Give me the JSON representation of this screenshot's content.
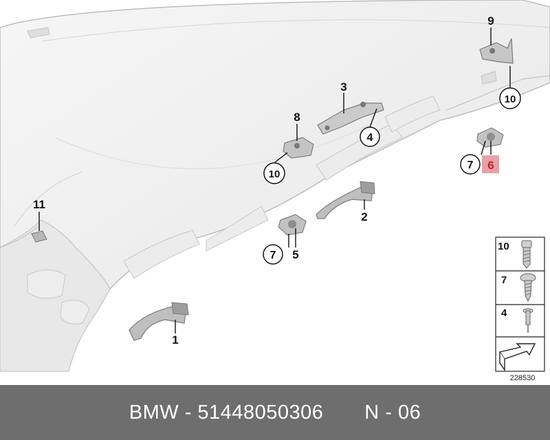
{
  "brand": "BMW",
  "part_number": "51448050306",
  "separator": "-",
  "page_ref": "N - 06",
  "drawing_number": "228530",
  "callouts": [
    {
      "label": "1",
      "highlight": false
    },
    {
      "label": "2",
      "highlight": false
    },
    {
      "label": "3",
      "highlight": false
    },
    {
      "label": "4",
      "highlight": false
    },
    {
      "label": "5",
      "highlight": false
    },
    {
      "label": "6",
      "highlight": true
    },
    {
      "label": "7",
      "highlight": false
    },
    {
      "label": "7",
      "highlight": false
    },
    {
      "label": "8",
      "highlight": false
    },
    {
      "label": "9",
      "highlight": false
    },
    {
      "label": "10",
      "highlight": false
    },
    {
      "label": "10",
      "highlight": false
    },
    {
      "label": "11",
      "highlight": false
    }
  ],
  "legend": [
    {
      "label": "10",
      "part": "screw-icon"
    },
    {
      "label": "7",
      "part": "torx-screw-icon"
    },
    {
      "label": "4",
      "part": "rivet-icon"
    },
    {
      "label": "",
      "part": "direction-arrow-icon"
    }
  ],
  "colors": {
    "highlight": "#e8a0a6",
    "footer_bg": "#6e6e6e",
    "footer_text": "#ffffff",
    "headliner": "#f2f2f2",
    "outline": "#b8b8b8"
  }
}
